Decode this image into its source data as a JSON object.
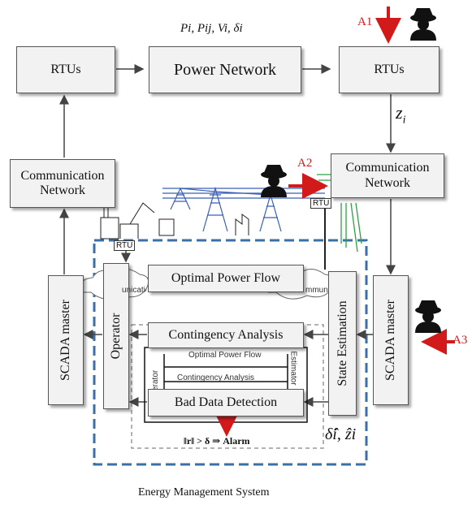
{
  "top_formula": "Pi, Pij, Vi, δi",
  "boxes": {
    "rtus_left": "RTUs",
    "power_network": "Power Network",
    "rtus_right": "RTUs",
    "comm_left": "Communication Network",
    "comm_right": "Communication Network",
    "scada_left": "SCADA master",
    "operator": "Operator",
    "opf": "Optimal Power Flow",
    "contingency": "Contingency Analysis",
    "bdd": "Bad Data Detection",
    "state_estimation": "State Estimation",
    "scada_right": "SCADA master"
  },
  "attacks": {
    "a1": "A1",
    "a2": "A2",
    "a3": "A3"
  },
  "zi_label": "z",
  "zi_sub": "i",
  "estimate_label": "δ̂i,  ẑi",
  "alarm_label": "‖r‖ > δ ⇒ Alarm",
  "ems_caption": "Energy Management System",
  "rtu_tags": [
    "RTU",
    "RTU"
  ],
  "ghost_text": {
    "inner_opf": "Optimal Power Flow",
    "inner_contingency": "Contingency Analysis",
    "inner_operator": "Operator",
    "inner_estimator": "Estimator",
    "cloud_left": "unication Network",
    "cloud_right": "mmunication Netw"
  },
  "colors": {
    "attack": "#d31a1a",
    "ems_border": "#3b6fa8",
    "box_fill": "#f2f2f2"
  }
}
